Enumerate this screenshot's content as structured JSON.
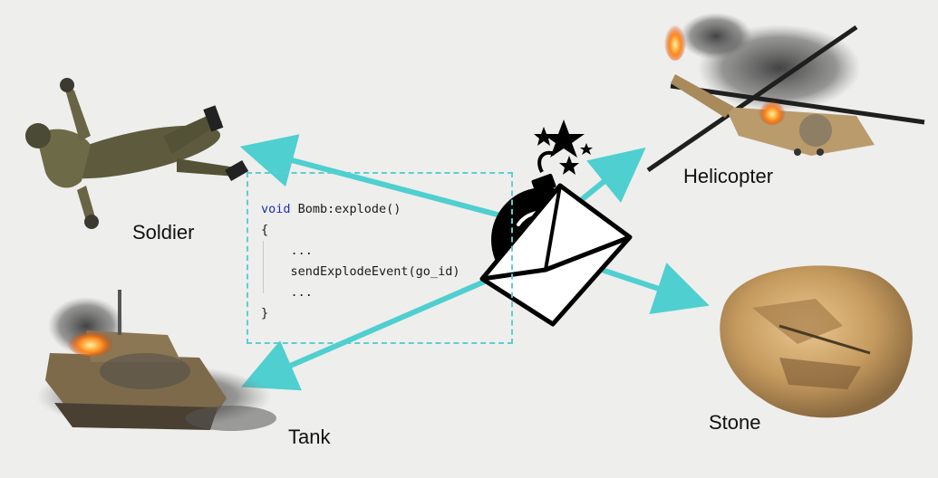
{
  "labels": {
    "soldier": "Soldier",
    "tank": "Tank",
    "helicopter": "Helicopter",
    "stone": "Stone"
  },
  "code": {
    "keyword": "void",
    "signature": " Bomb:explode()",
    "open": "{",
    "ellipsis_1": "    ...",
    "call": "    sendExplodeEvent(go_id)",
    "ellipsis_2": "    ...",
    "close": "}"
  },
  "colors": {
    "arrow": "#4fcfcf",
    "background": "#eeeeec",
    "keyword": "#1a2fb5"
  },
  "icons": {
    "bomb": "bomb-envelope-icon",
    "stars": "spark-stars-icon"
  }
}
